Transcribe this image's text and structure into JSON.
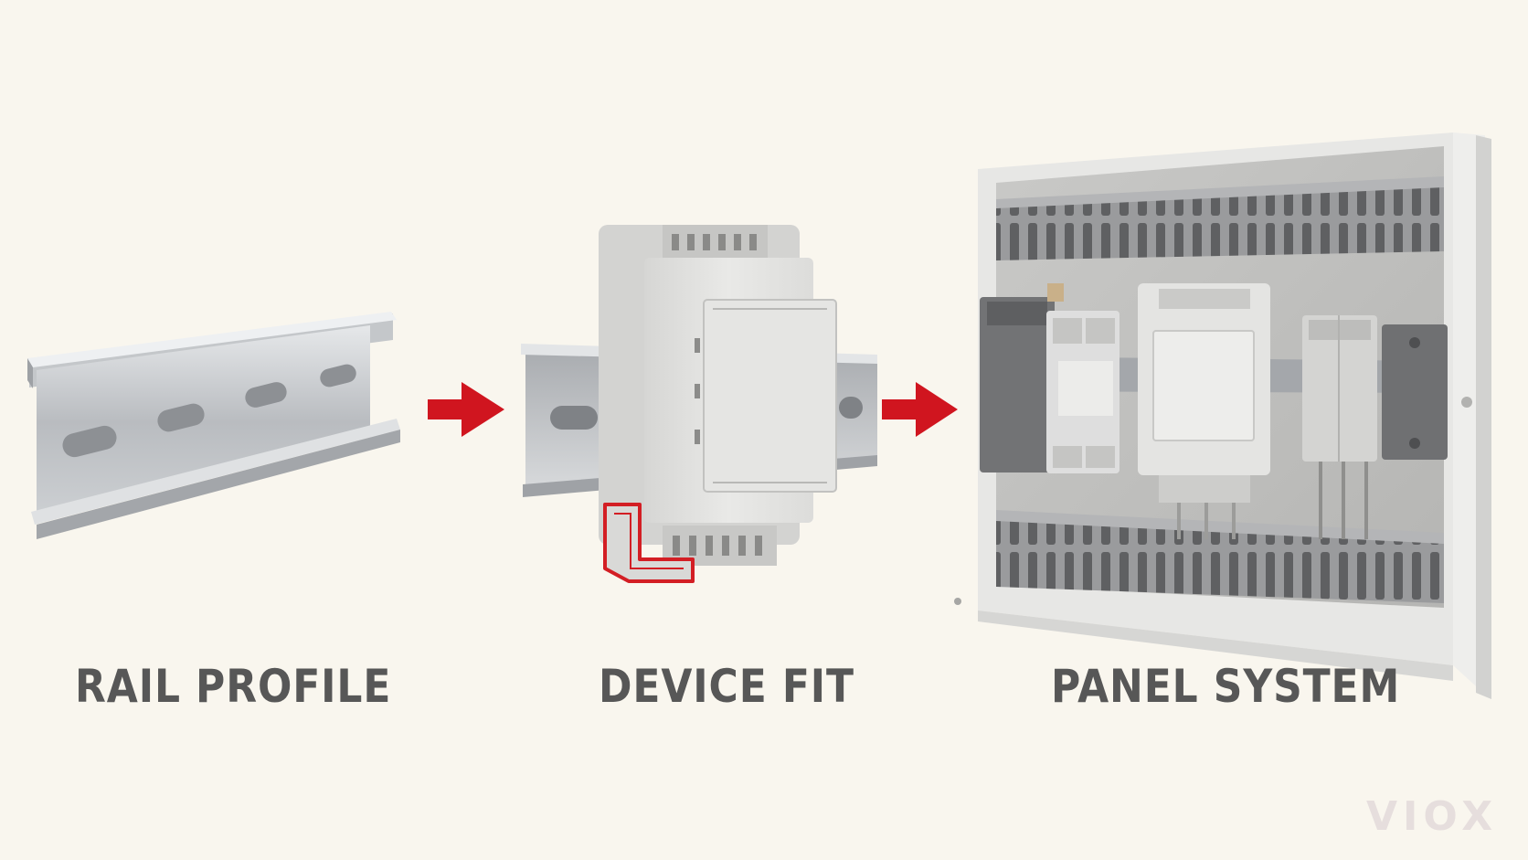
{
  "steps": [
    {
      "label": "RAIL PROFILE"
    },
    {
      "label": "DEVICE FIT"
    },
    {
      "label": "PANEL SYSTEM"
    }
  ],
  "logo": "VIOX",
  "colors": {
    "background": "#f9f6ee",
    "arrow": "#d0151f",
    "caption": "#575757",
    "highlight": "#d31e24"
  },
  "icons": [
    "rail-icon",
    "arrow-right-icon",
    "device-module-icon",
    "arrow-right-icon",
    "panel-cabinet-icon"
  ]
}
